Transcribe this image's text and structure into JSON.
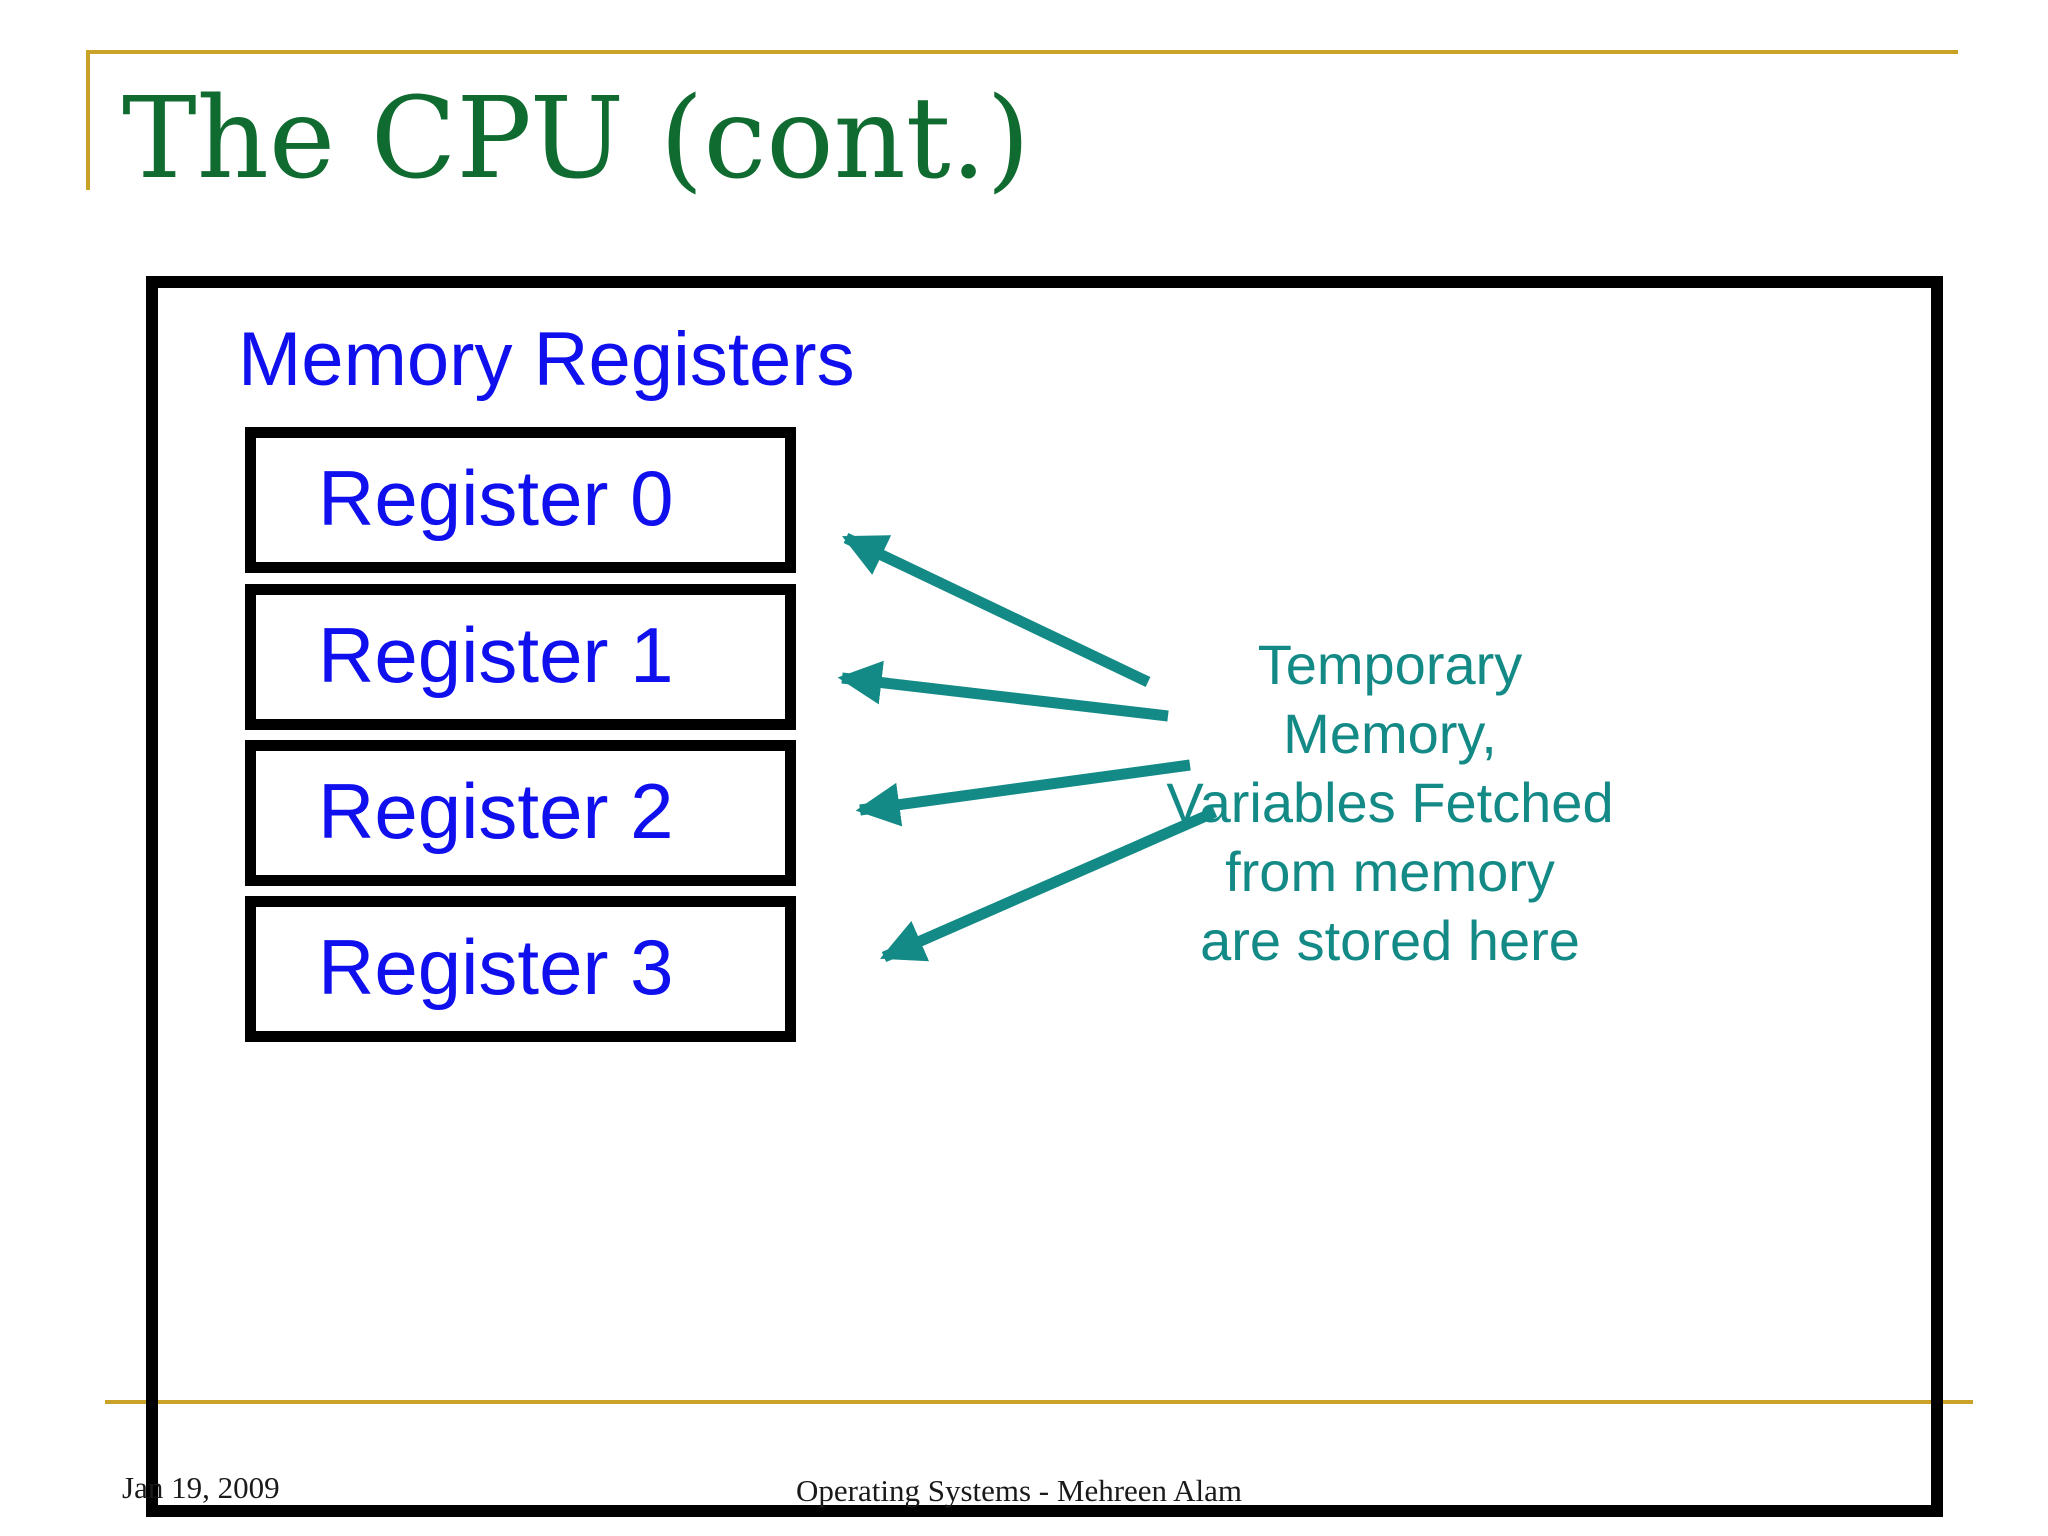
{
  "slide": {
    "title": "The CPU (cont.)",
    "diagram": {
      "section_label": "Memory Registers",
      "registers": [
        "Register 0",
        "Register 1",
        "Register 2",
        "Register 3"
      ],
      "annotation_lines": [
        "Temporary",
        "Memory,",
        "Variables Fetched",
        "from memory",
        "are stored here"
      ]
    },
    "footer": {
      "date": "Jan 19, 2009",
      "title": "Operating Systems - Mehreen Alam"
    }
  },
  "colors": {
    "title": "#0f6b2f",
    "register_text": "#1010ee",
    "annotation": "#138a86",
    "accent_lines": "#c9a227"
  }
}
